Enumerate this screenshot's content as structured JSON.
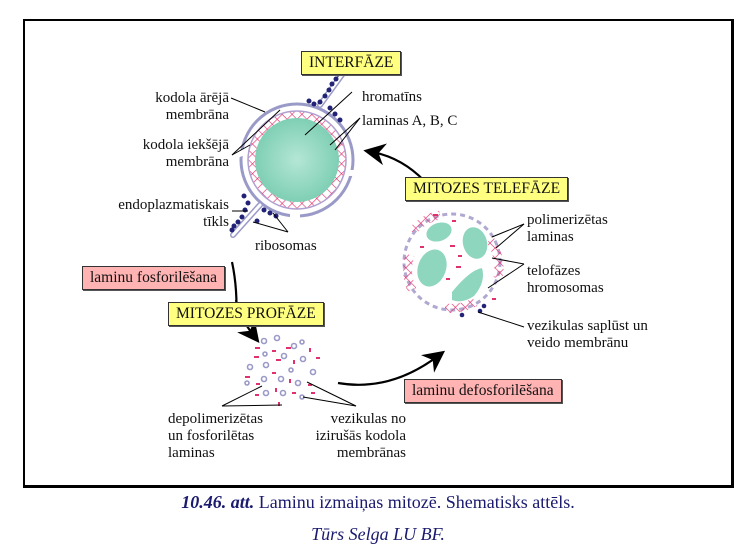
{
  "figure": {
    "stages": {
      "interphase": "INTERFĀZE",
      "telophase": "MITOZES TELEFĀZE",
      "prophase": "MITOZES PROFĀZE"
    },
    "processes": {
      "phosphorylation": "laminu fosforilēšana",
      "dephosphorylation": "laminu defosforilēšana"
    },
    "interphase_labels": {
      "outer_membrane": [
        "kodola ārējā",
        "membrāna"
      ],
      "inner_membrane": [
        "kodola iekšējā",
        "membrāna"
      ],
      "er": [
        "endoplazmatiskais",
        "tīkls"
      ],
      "ribosomes": "ribosomas",
      "chromatin": "hromatīns",
      "lamins": "laminas A, B, C"
    },
    "telophase_labels": {
      "polymerized_lamins": [
        "polimerizētas",
        "laminas"
      ],
      "telophase_chromosomes": [
        "telofāzes",
        "hromosomas"
      ],
      "vesicles_fuse": [
        "vezikulas saplūst un",
        "veido membrānu"
      ]
    },
    "prophase_labels": {
      "depolymerized_lamins": [
        "depolimerizētas",
        "un fosforilētas",
        "laminas"
      ],
      "vesicles": [
        "vezikulas no",
        "izirušās kodola",
        "membrānas"
      ]
    },
    "colors": {
      "stage_box": "#ffff80",
      "process_box": "#ffb3b3",
      "chromatin": "#8fd6bf",
      "lamina": "#e0306e",
      "membrane": "#9a9ac8",
      "ribosome": "#222277",
      "caption": "#1a1a6e"
    }
  },
  "caption": {
    "number": "10.46. att.",
    "text": " Laminu izmaiņas mitozē. Shematisks attēls.",
    "credit": "Tūrs Selga LU BF."
  }
}
